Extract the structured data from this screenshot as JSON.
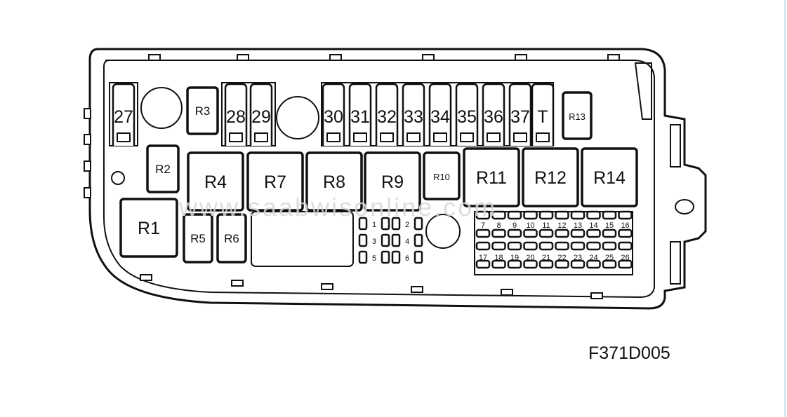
{
  "diagram": {
    "figure_code": "F371D005",
    "watermark": "www.saabwisonline.com",
    "relays": [
      {
        "id": "r1",
        "label": "R1"
      },
      {
        "id": "r2",
        "label": "R2"
      },
      {
        "id": "r3",
        "label": "R3"
      },
      {
        "id": "r4",
        "label": "R4"
      },
      {
        "id": "r5",
        "label": "R5"
      },
      {
        "id": "r6",
        "label": "R6"
      },
      {
        "id": "r7",
        "label": "R7"
      },
      {
        "id": "r8",
        "label": "R8"
      },
      {
        "id": "r9",
        "label": "R9"
      },
      {
        "id": "r10",
        "label": "R10"
      },
      {
        "id": "r11",
        "label": "R11"
      },
      {
        "id": "r12",
        "label": "R12"
      },
      {
        "id": "r13",
        "label": "R13"
      },
      {
        "id": "r14",
        "label": "R14"
      }
    ],
    "top_fuses": [
      "27",
      "28",
      "29",
      "30",
      "31",
      "32",
      "33",
      "34",
      "35",
      "36",
      "37",
      "T"
    ],
    "small_fuses": [
      "1",
      "2",
      "3",
      "4",
      "5",
      "6"
    ],
    "mini_fuses_row1": [
      "7",
      "8",
      "9",
      "10",
      "11",
      "12",
      "13",
      "14",
      "15",
      "16"
    ],
    "mini_fuses_row2": [
      "17",
      "18",
      "19",
      "20",
      "21",
      "22",
      "23",
      "24",
      "25",
      "26"
    ]
  }
}
